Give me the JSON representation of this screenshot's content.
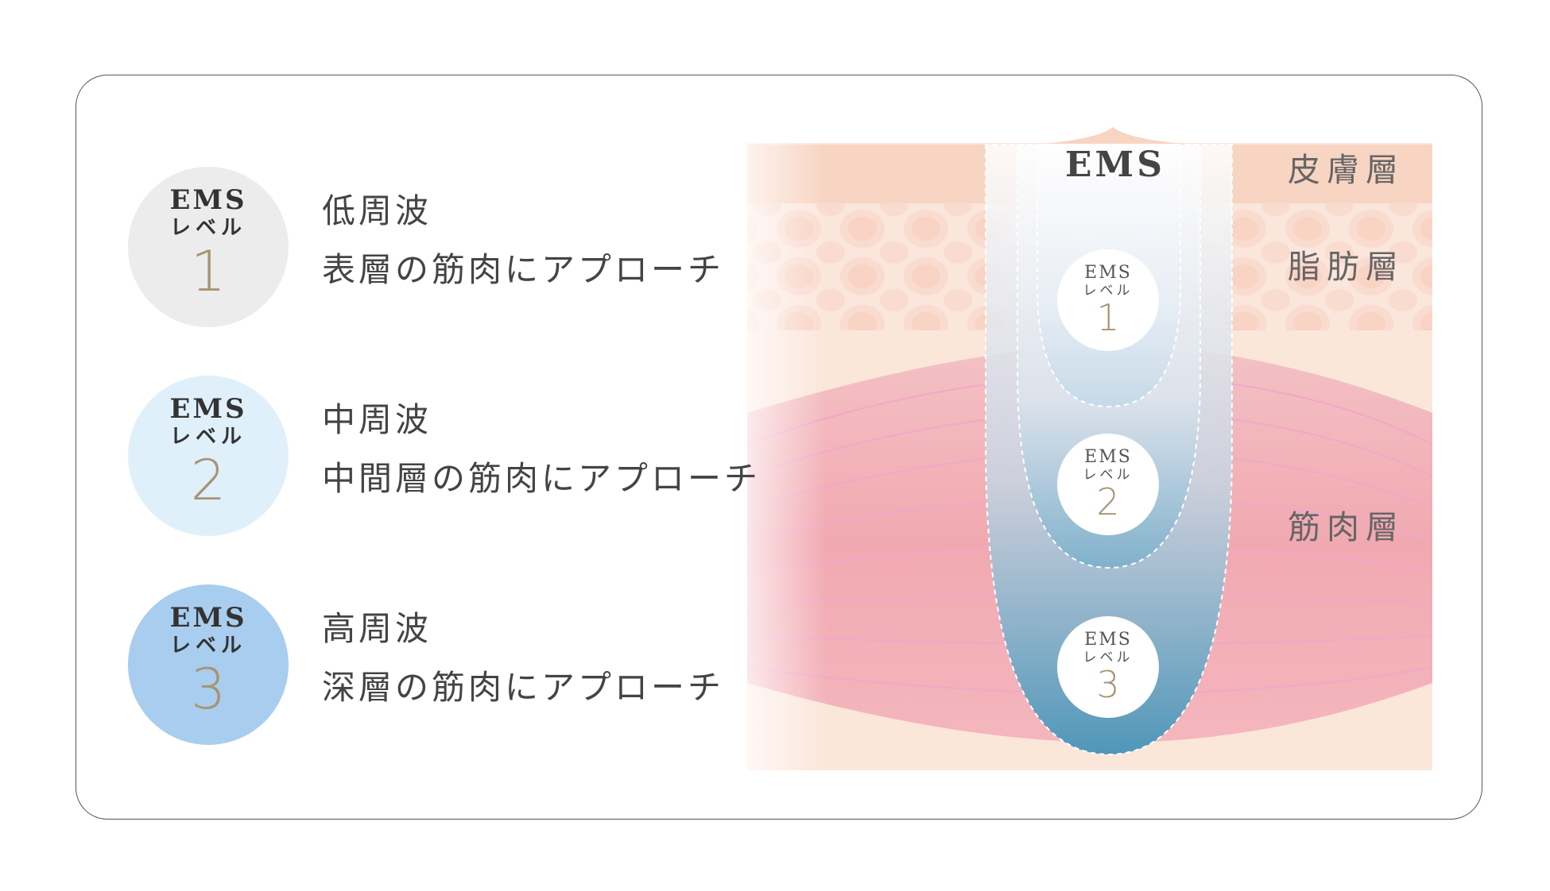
{
  "levels": [
    {
      "ems": "EMS",
      "level": "レベル",
      "num": "1",
      "freq": "低周波",
      "desc": "表層の筋肉にアプローチ",
      "color": "#ececec"
    },
    {
      "ems": "EMS",
      "level": "レベル",
      "num": "2",
      "freq": "中周波",
      "desc": "中間層の筋肉にアプローチ",
      "color": "#e0f0fb"
    },
    {
      "ems": "EMS",
      "level": "レベル",
      "num": "3",
      "freq": "高周波",
      "desc": "深層の筋肉にアプローチ",
      "color": "#a9cdee"
    }
  ],
  "diagram": {
    "ems_label": "EMS",
    "layers": {
      "skin": "皮膚層",
      "fat": "脂肪層",
      "muscle": "筋肉層"
    },
    "markers": [
      {
        "ems": "EMS",
        "level": "レベル",
        "num": "1"
      },
      {
        "ems": "EMS",
        "level": "レベル",
        "num": "2"
      },
      {
        "ems": "EMS",
        "level": "レベル",
        "num": "3"
      }
    ]
  }
}
